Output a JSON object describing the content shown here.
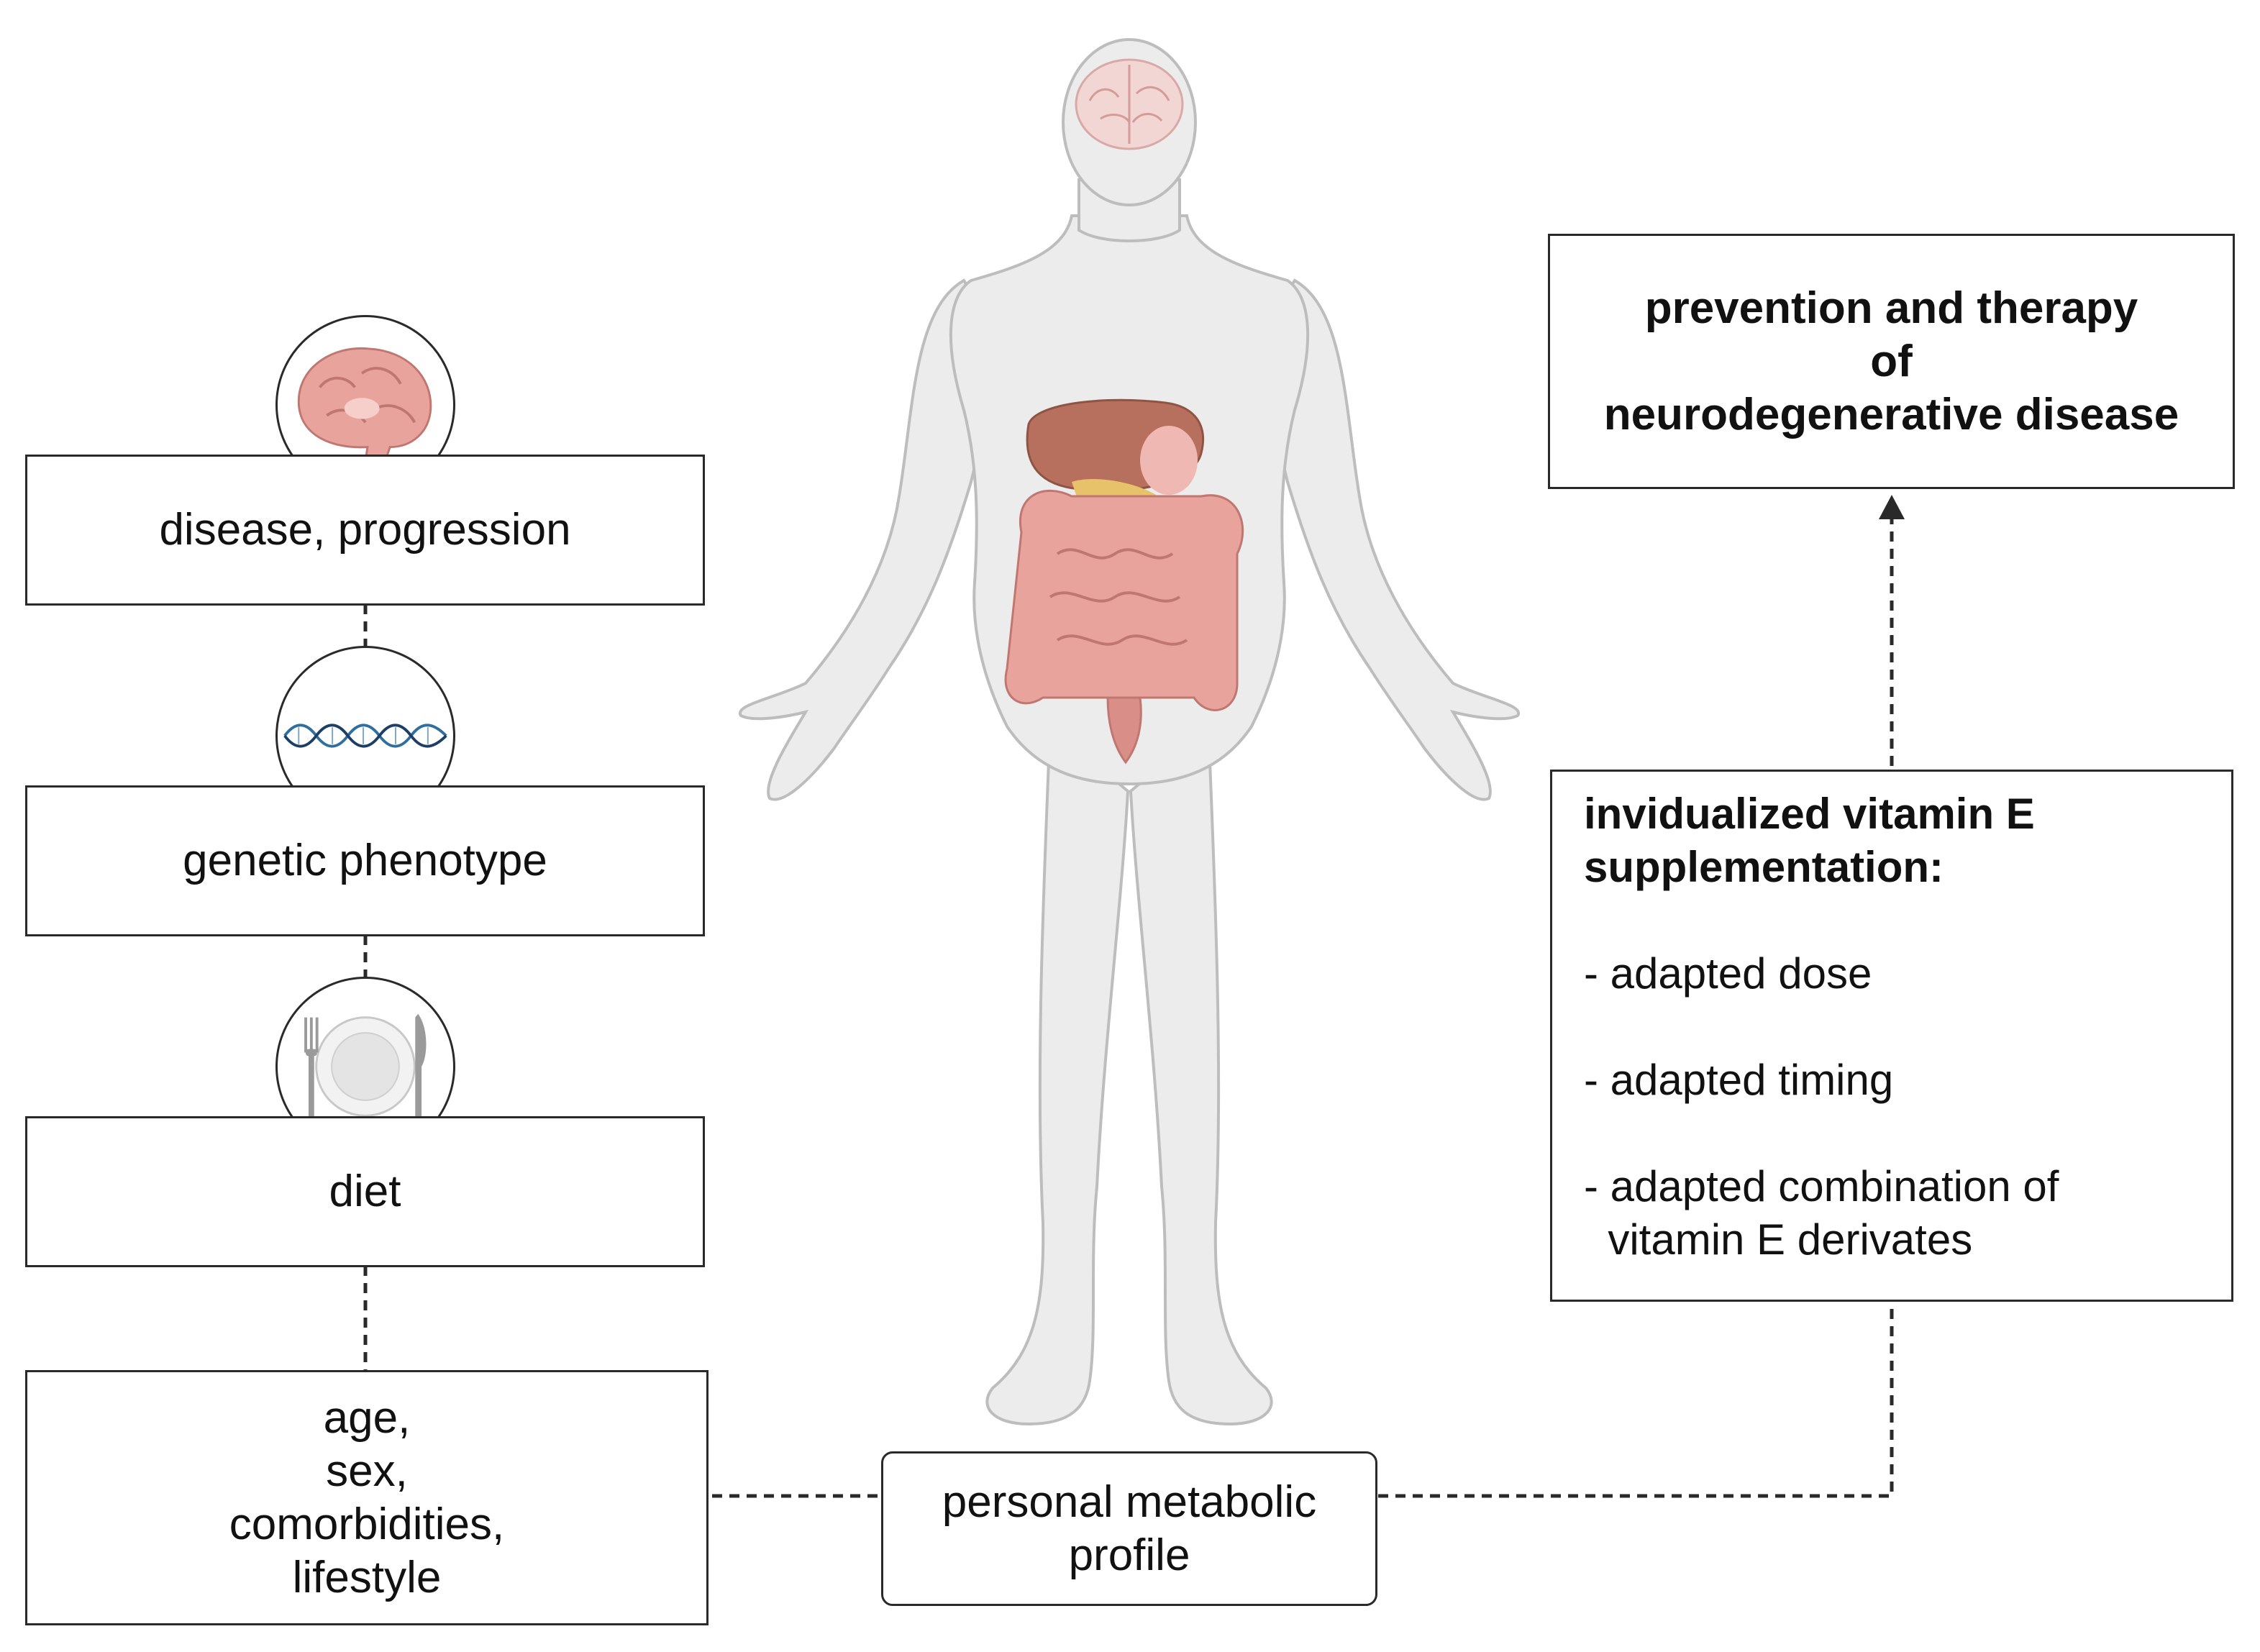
{
  "left_column": {
    "disease": {
      "label": "disease, progression",
      "icon": "brain-icon"
    },
    "genetic": {
      "label": "genetic phenotype",
      "icon": "dna-icon"
    },
    "diet": {
      "label": "diet",
      "icon": "plate-cutlery-icon"
    },
    "demographics": {
      "lines": [
        "age,",
        "sex,",
        "comorbidities,",
        "lifestyle"
      ]
    }
  },
  "center": {
    "figure": "human-body-with-brain-and-digestive-organs-icon",
    "profile": {
      "lines": [
        "personal metabolic",
        "profile"
      ]
    }
  },
  "right_column": {
    "outcome": {
      "lines": [
        "prevention and therapy",
        "of",
        "neurodegenerative disease"
      ]
    },
    "supplementation": {
      "title_lines": [
        "invidualized vitamin E",
        "supplementation:"
      ],
      "items": [
        "- adapted dose",
        "- adapted timing",
        "- adapted combination of",
        "  vitamin E derivates"
      ]
    }
  },
  "colors": {
    "body": "#ececec",
    "body_outline": "#bdbdbd",
    "organ_pink": "#e9a39d",
    "liver": "#b8705e",
    "border": "#2a2a2a"
  }
}
